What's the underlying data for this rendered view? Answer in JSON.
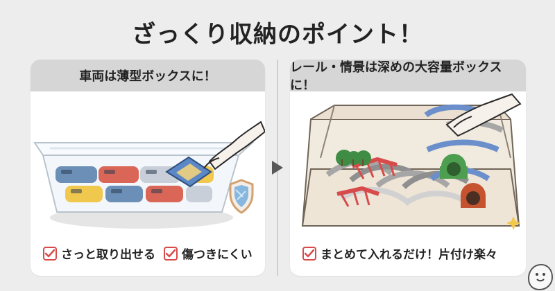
{
  "title": "ざっくり収納のポイント！",
  "left_panel": {
    "header": "車両は薄型ボックスに！",
    "checks": [
      "さっと取り出せる",
      "傷つきにくい"
    ],
    "illustration": "clear-box-with-trains",
    "badge_icon": "shield-icon"
  },
  "right_panel": {
    "header": "レール・情景は深めの大容量ボックスに！",
    "checks": [
      "まとめて入れるだけ！片付け楽々"
    ],
    "illustration": "deep-box-with-rails",
    "sparkle_icon": "sparkle-icon"
  },
  "colors": {
    "background": "#ededed",
    "header": "#d6d6d6",
    "accent_red": "#d74b4b",
    "rail_gray": "#9a9a9a",
    "rail_blue": "#4f7fb8"
  }
}
